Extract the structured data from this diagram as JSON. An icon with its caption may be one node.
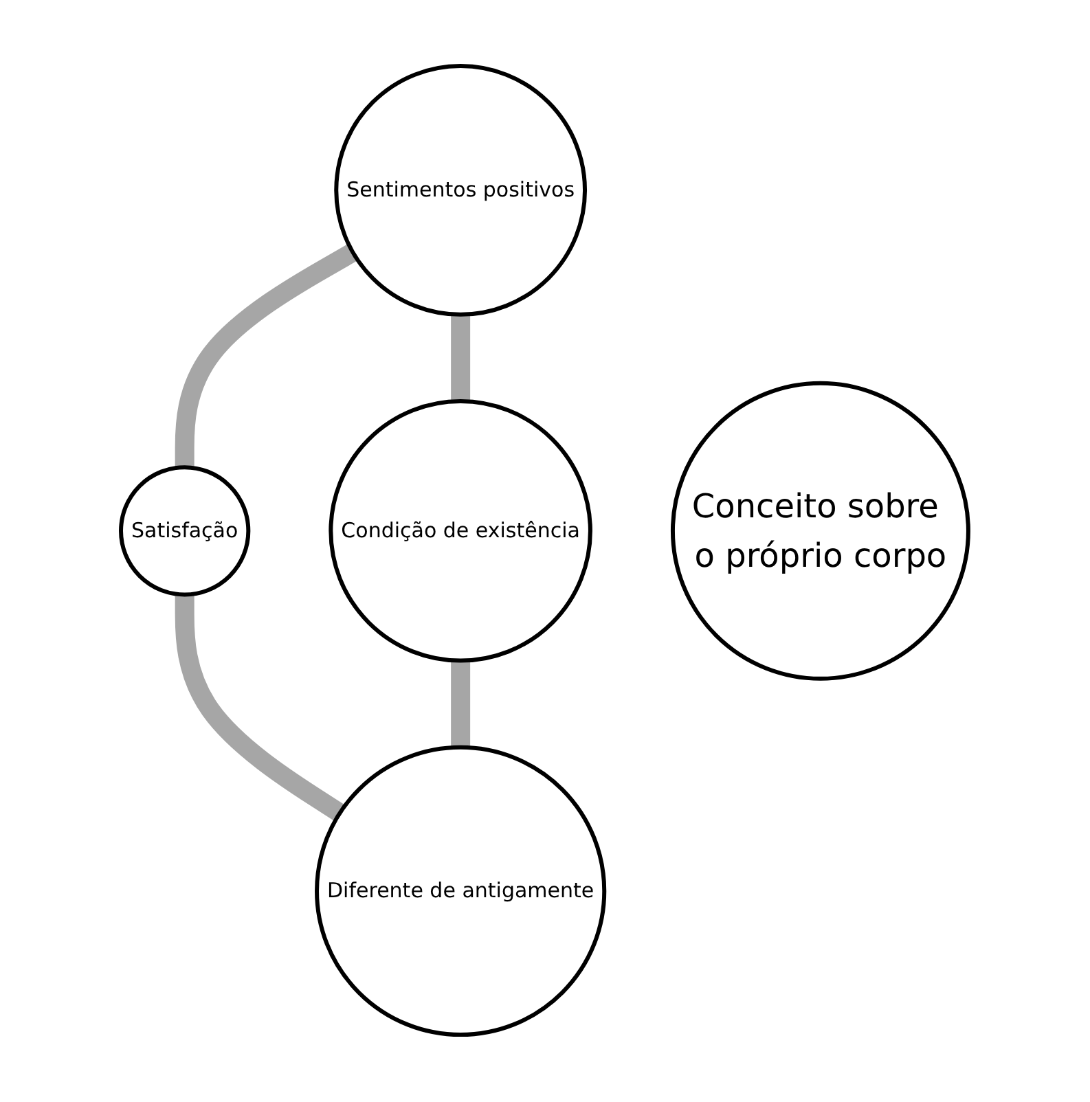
{
  "diagram": {
    "nodes": [
      {
        "text": [
          "Sentimentos positivos"
        ]
      },
      {
        "text": [
          "Satisfação"
        ]
      },
      {
        "text": [
          "Conceito sobre o próprio corpo"
        ]
      },
      {
        "text": [
          "Condição de existência"
        ]
      },
      {
        "text": [
          "Diferente de antigamente"
        ]
      }
    ],
    "edges": [
      {
        "from": 0,
        "to": 1,
        "arrow": "none"
      },
      {
        "from": 0,
        "to": 3,
        "arrow": "none"
      },
      {
        "from": 1,
        "to": 4,
        "arrow": "none"
      },
      {
        "from": 3,
        "to": 4,
        "arrow": "none"
      }
    ]
  }
}
